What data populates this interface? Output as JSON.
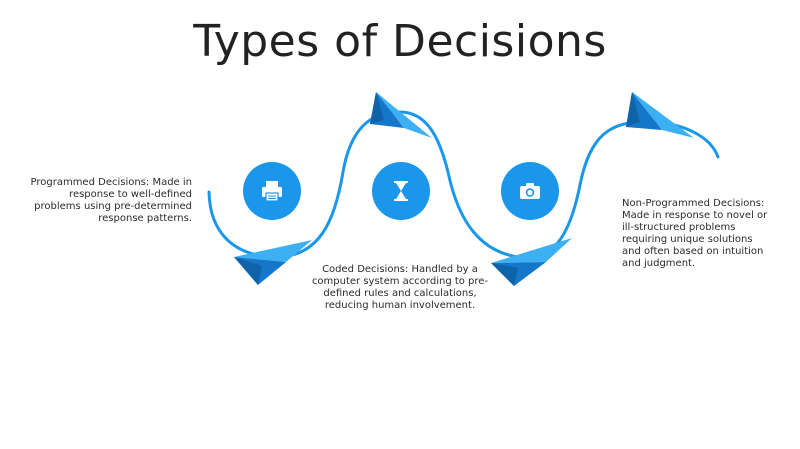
{
  "title": "Types of Decisions",
  "colors": {
    "accent": "#1a97ea",
    "plane_light": "#3cb0f2",
    "plane_dark": "#1577c9",
    "text": "#2b2b2b"
  },
  "stages": [
    {
      "icon": "printer-icon",
      "text": "Programmed Decisions: Made in response to well-defined problems using pre-determined response patterns."
    },
    {
      "icon": "hourglass-icon",
      "text": "Coded Decisions: Handled by a computer system according to pre-defined rules and calculations, reducing human involvement."
    },
    {
      "icon": "camera-icon",
      "text": "Non-Programmed Decisions: Made in response to novel or ill-structured problems requiring unique solutions and often based on intuition and judgment."
    }
  ]
}
